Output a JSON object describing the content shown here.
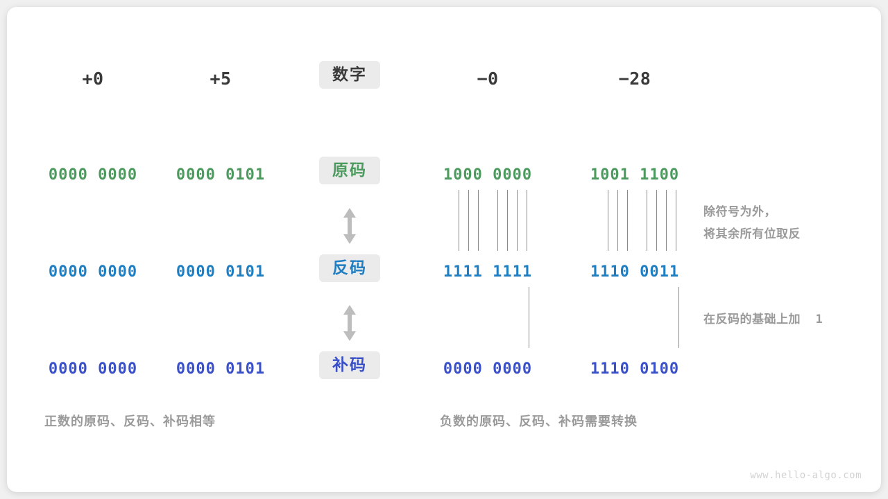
{
  "watermark": "www.hello-algo.com",
  "columns": {
    "pos_zero": "+0",
    "pos_five": "+5",
    "neg_zero": "−0",
    "neg_28": "−28"
  },
  "row_labels": {
    "number": "数字",
    "true_form": "原码",
    "inverse_form": "反码",
    "complement_form": "补码"
  },
  "rows": {
    "true_form": {
      "pos_zero": "0000 0000",
      "pos_five": "0000 0101",
      "neg_zero": "1000 0000",
      "neg_28": "1001 1100"
    },
    "inverse_form": {
      "pos_zero": "0000 0000",
      "pos_five": "0000 0101",
      "neg_zero": "1111 1111",
      "neg_28": "1110 0011"
    },
    "complement_form": {
      "pos_zero": "0000 0000",
      "pos_five": "0000 0101",
      "neg_zero": "0000 0000",
      "neg_28": "1110 0100"
    }
  },
  "notes": {
    "invert_line1": "除符号为外，",
    "invert_line2": "将其余所有位取反",
    "add_one_text": "在反码的基础上加",
    "add_one_value": "1"
  },
  "captions": {
    "left": "正数的原码、反码、补码相等",
    "right": "负数的原码、反码、补码需要转换"
  },
  "colors": {
    "true_form": "#4d9a5e",
    "inverse_form": "#1f7ec2",
    "complement_form": "#3a50c8",
    "header": "#3a3a3a",
    "note": "#9a9a9a",
    "badge_bg": "#ebebeb",
    "connector": "#8a8a8a",
    "arrow": "#b8b8b8"
  },
  "icons": {
    "double_arrow": "double-headed-vertical-arrow"
  }
}
